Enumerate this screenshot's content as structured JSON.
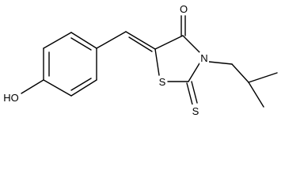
{
  "molecule": {
    "atoms": {
      "oxygen_carbonyl": "O",
      "sulfur_thione": "S",
      "sulfur_ring": "S",
      "nitrogen": "N",
      "hydroxyl": "HO"
    }
  },
  "colors": {
    "bond": "#000000",
    "label": "#000000",
    "background": "#ffffff"
  }
}
